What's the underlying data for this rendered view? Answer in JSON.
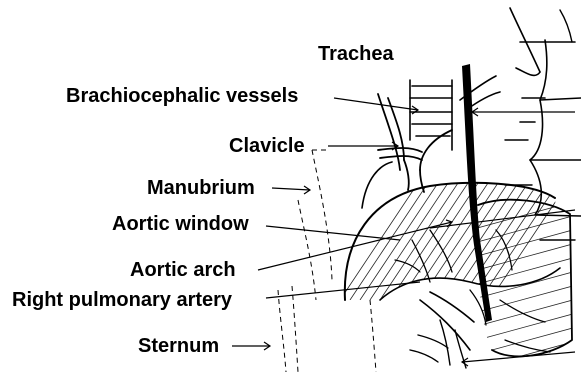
{
  "labels": {
    "trachea": "Trachea",
    "brachiocephalic_vessels": "Brachiocephalic vessels",
    "clavicle": "Clavicle",
    "manubrium": "Manubrium",
    "aortic_window": "Aortic window",
    "aortic_arch": "Aortic arch",
    "right_pulmonary_artery": "Right pulmonary artery",
    "sternum": "Sternum"
  },
  "colors": {
    "ink": "#000000",
    "background": "#ffffff"
  }
}
